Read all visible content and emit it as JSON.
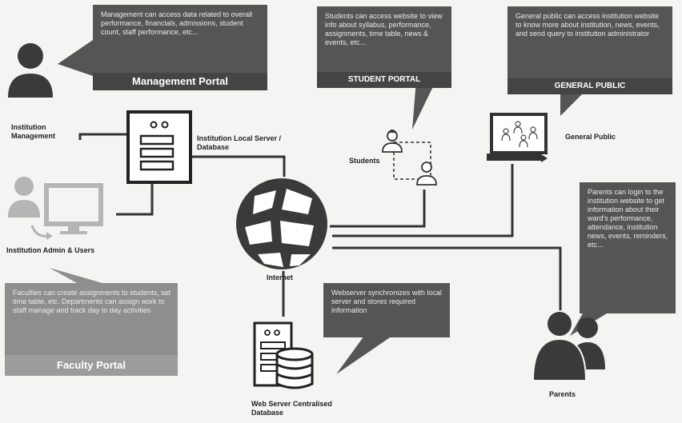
{
  "management": {
    "text": "Management can access data related to overall performance, financials, admissions, student count, staff performance, etc...",
    "title": "Management Portal"
  },
  "student": {
    "text": "Students can access website to view info about syllabus, performance, assignments, time table, news & events, etc...",
    "title": "STUDENT PORTAL"
  },
  "public": {
    "text": "General public can access institution website to know more about institution, news, events, and send query to institution administrator",
    "title": "GENERAL PUBLIC"
  },
  "faculty": {
    "text": "Faculties can create assignments to students, set time table, etc. Departments can assign work to staff manage and track day to day activities",
    "title": "Faculty Portal"
  },
  "parents_bubble": {
    "text": "Parents can login to the institution website to get information about their ward's performance, attendance, institution news, events, reminders, etc..."
  },
  "webserver_bubble": {
    "text": "Webserver synchronizes with local server and stores required information"
  },
  "labels": {
    "institution_management": "Institution Management",
    "local_server": "Institution Local Server / Database",
    "students": "Students",
    "general_public": "General Public",
    "admin_users": "Institution Admin & Users",
    "internet": "Internet",
    "parents": "Parents",
    "web_server": "Web Server Centralised Database"
  },
  "colors": {
    "bubble_dark": "#555555",
    "bubble_footer": "#444444",
    "icon": "#3a3a3a",
    "line": "#333333"
  }
}
